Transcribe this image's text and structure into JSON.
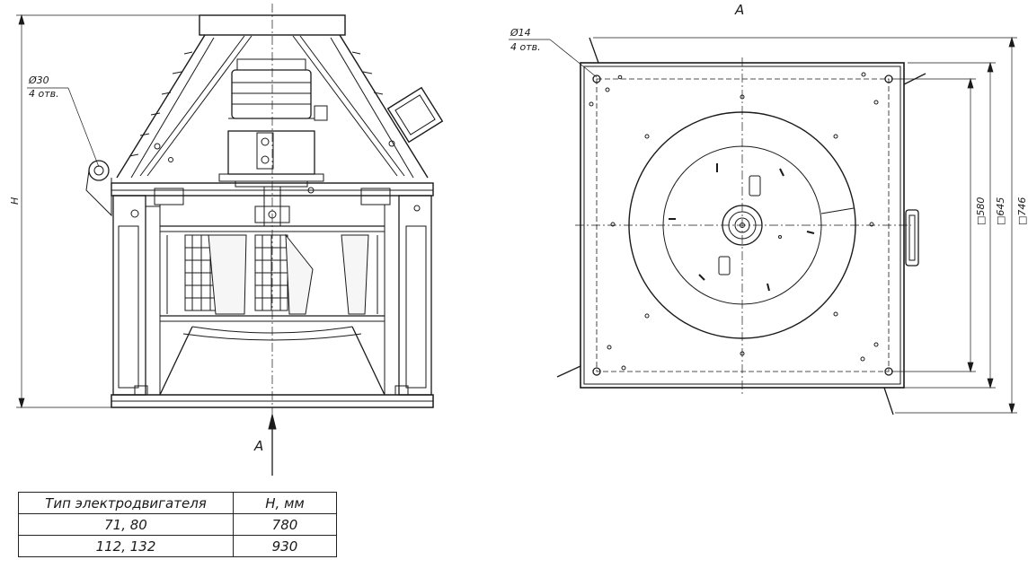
{
  "side_view": {
    "hole_diameter_label": "Ø30",
    "hole_count_label": "4 отв.",
    "height_label": "H",
    "view_arrow_label": "A"
  },
  "plan_view": {
    "title": "A",
    "hole_diameter_label": "Ø14",
    "hole_count_label": "4 отв.",
    "dim_inner": "□580",
    "dim_middle": "□645",
    "dim_outer": "□746"
  },
  "table": {
    "headers": [
      "Тип электродвигателя",
      "H, мм"
    ],
    "rows": [
      [
        "71, 80",
        "780"
      ],
      [
        "112, 132",
        "930"
      ]
    ]
  }
}
